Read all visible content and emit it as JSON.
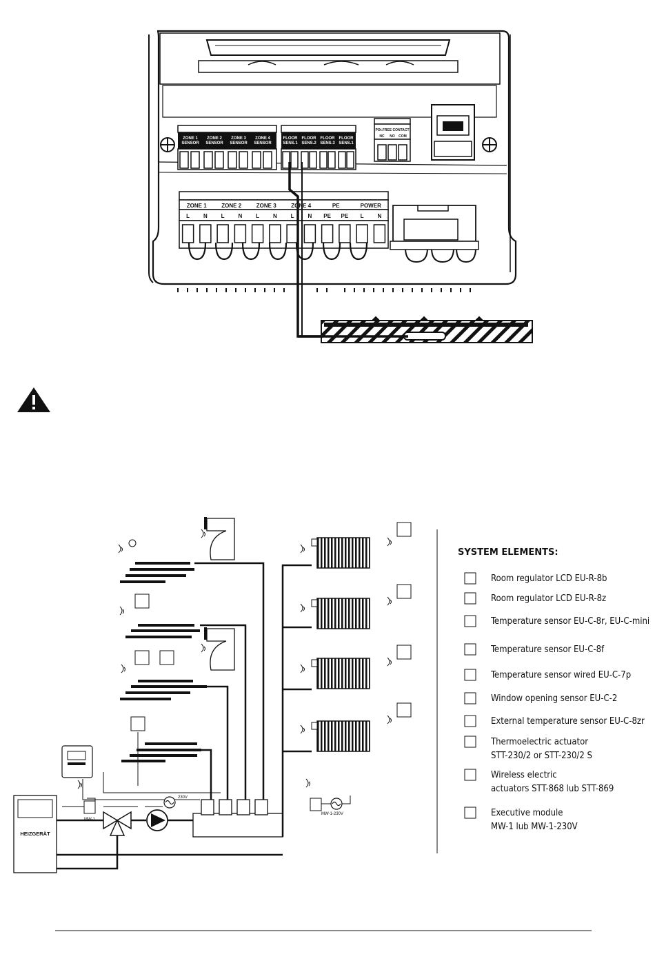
{
  "controller": {
    "sensor_terminals": [
      "ZONE 1\nSENSOR",
      "ZONE 2\nSENSOR",
      "ZONE 3\nSENSOR",
      "ZONE 4\nSENSOR"
    ],
    "floor_terminals": [
      "FLOOR\nSENS.1",
      "FLOOR\nSENS.2",
      "FLOOR\nSENS.3",
      "FLOOR\nSENS.1"
    ],
    "contact": {
      "title": "POt.FREE CONTACT",
      "pins": [
        "NC",
        "NO",
        "COM"
      ]
    },
    "power_groups": [
      "ZONE 1",
      "ZONE 2",
      "ZONE 3",
      "ZONE 4",
      "PE",
      "POWER"
    ],
    "power_pins": [
      "L",
      "N",
      "L",
      "N",
      "L",
      "N",
      "L",
      "N",
      "PE",
      "PE",
      "L",
      "N"
    ]
  },
  "warning_icon": "warning-triangle-icon",
  "system": {
    "heater_label": "HEIZGERÄT",
    "mw1_label": "MW-1",
    "mw1_230_label": "MW-1-230V",
    "voltage_label": "230V",
    "voltage_label2": "230V"
  },
  "legend": {
    "title": "SYSTEM ELEMENTS:",
    "items": [
      {
        "icon": "room-regulator-icon",
        "label": "Room regulator LCD EU-R-8b"
      },
      {
        "icon": "room-regulator-icon",
        "label": "Room regulator LCD EU-R-8z"
      },
      {
        "icon": "temperature-sensor-icon",
        "label": "Temperature sensor EU-C-8r, EU-C-mini"
      },
      {
        "icon": "temperature-sensor-icon",
        "label": "Temperature sensor EU-C-8f"
      },
      {
        "icon": "wired-sensor-icon",
        "label": "Temperature sensor wired EU-C-7p"
      },
      {
        "icon": "window-sensor-icon",
        "label": "Window opening sensor EU-C-2"
      },
      {
        "icon": "brick-wall-icon",
        "label": "External temperature sensor EU-C-8zr"
      },
      {
        "icon": "actuator-icon",
        "label": "Thermoelectric actuator",
        "label2": "STT-230/2 or STT-230/2 S"
      },
      {
        "icon": "wireless-actuator-icon",
        "label": "Wireless electric",
        "label2": "actuators STT-868 lub STT-869"
      },
      {
        "icon": "executive-module-icon",
        "label": "Executive module",
        "label2": "MW-1 lub MW-1-230V"
      }
    ]
  }
}
